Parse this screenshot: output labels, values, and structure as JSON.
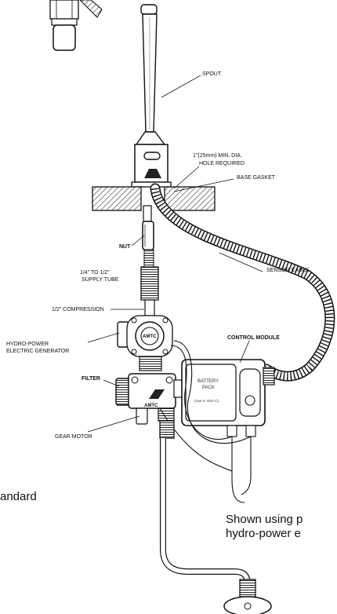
{
  "labels": {
    "spout": "SPOUT",
    "hole_line1": "1\"(25mm) MIN. DIA.",
    "hole_line2": "HOLE REQUIRED",
    "base_gasket": "BASE GASKET",
    "nut": "NUT",
    "supply_line1": "1/4\" TO 1/2\"",
    "supply_line2": "SUPPLY TUBE",
    "compression": "1/2\" COMPRESSION",
    "sensor_cable": "SENSOR CABLE",
    "control_module": "CONTROL MODULE",
    "generator_line1": "HYDRO-POWER",
    "generator_line2": "ELECTRIC GENERATOR",
    "filter": "FILTER",
    "gear_motor": "GEAR MOTOR",
    "battery_line1": "BATTERY",
    "battery_line2": "PACK",
    "battery_line3": "(Use 4- Size C)",
    "logo": "AMTC"
  },
  "captions": {
    "left": "andard",
    "right_line1": "Shown using p",
    "right_line2": "hydro-power e"
  }
}
